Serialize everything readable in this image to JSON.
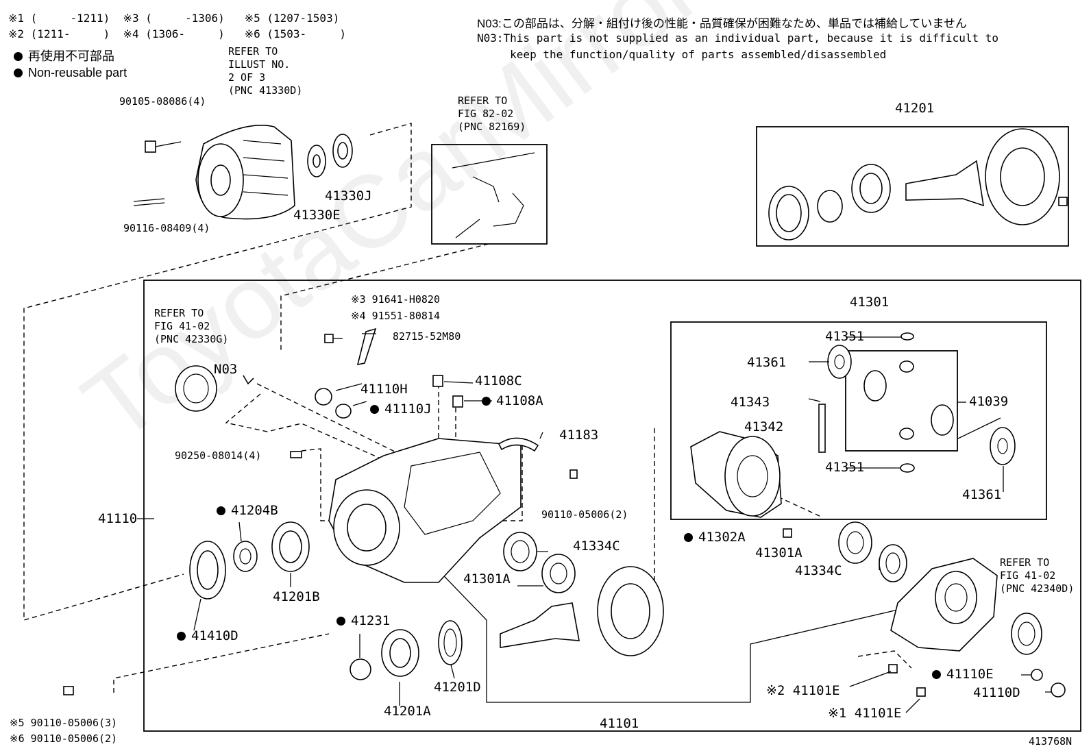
{
  "header": {
    "serial_row1": "※1 (     -1211)  ※3 (     -1306)   ※5 (1207-1503)",
    "serial_row2": "※2 (1211-     )  ※4 (1306-     )   ※6 (1503-     )",
    "legend_jp": "再使用不可部品",
    "legend_en": "Non-reusable part",
    "note_jp": "N03:この部品は、分解・組付け後の性能・品質確保が困難なため、単品では補給していません",
    "note_en1": "N03:This part is not supplied as an individual part, because it is difficult to",
    "note_en2": "     keep the function/quality of parts assembled/disassembled"
  },
  "references": {
    "illust": "REFER TO\nILLUST NO.\n2 OF 3\n(PNC 41330D)",
    "fig82": "REFER TO\nFIG 82-02\n(PNC 82169)",
    "fig41_left": "REFER TO\nFIG 41-02\n(PNC 42330G)",
    "fig41_right": "REFER TO\nFIG 41-02\n(PNC 42340D)"
  },
  "labels": {
    "p90105": "90105-08086(4)",
    "p90116": "90116-08409(4)",
    "p41330E": "41330E",
    "p41330J": "41330J",
    "p41201": "41201",
    "p91641": "※3 91641-H0820",
    "p91551": "※4 91551-80814",
    "p82715": "82715-52M80",
    "pN03": "N03",
    "p41110H": "41110H",
    "p41110J": "41110J",
    "p41108C": "41108C",
    "p41108A": "41108A",
    "p41183": "41183",
    "p90250": "90250-08014(4)",
    "p90110_2": "90110-05006(2)",
    "p41110": "41110",
    "p41204B": "41204B",
    "p41201B": "41201B",
    "p41410D": "41410D",
    "p41334C_l": "41334C",
    "p41301A_l": "41301A",
    "p41231": "41231",
    "p41201A": "41201A",
    "p41201D": "41201D",
    "p41301": "41301",
    "p41351_t": "41351",
    "p41361_l": "41361",
    "p41343": "41343",
    "p41342": "41342",
    "p41039": "41039",
    "p41351_b": "41351",
    "p41361_r": "41361",
    "p41302A": "41302A",
    "p41301A_r": "41301A",
    "p41334C_r": "41334C",
    "p41101E_2": "※2 41101E",
    "p41101E_1": "※1 41101E",
    "p41110E": "41110E",
    "p41110D": "41110D",
    "p41101": "41101",
    "p90110_5": "※5 90110-05006(3)",
    "p90110_6": "※6 90110-05006(2)",
    "figure_id": "413768N"
  },
  "watermark": "ToyotaCarMirror.ru"
}
